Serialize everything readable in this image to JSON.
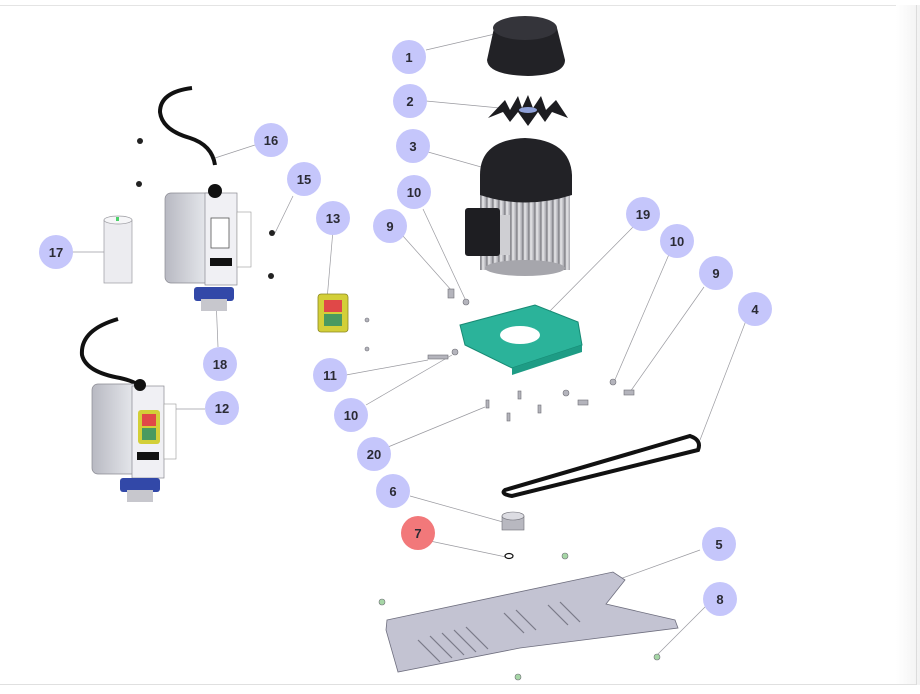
{
  "diagram": {
    "type": "exploded-parts-view",
    "callout_color": "#c5c6fb",
    "callout_active_color": "#f2787a",
    "callouts": [
      {
        "label": "1",
        "part": "fan-cover"
      },
      {
        "label": "2",
        "part": "fan"
      },
      {
        "label": "3",
        "part": "motor"
      },
      {
        "label": "4",
        "part": "drive-belt"
      },
      {
        "label": "5",
        "part": "base-tray"
      },
      {
        "label": "6",
        "part": "pulley"
      },
      {
        "label": "7",
        "part": "retaining-ring",
        "active": true
      },
      {
        "label": "8",
        "part": "screw"
      },
      {
        "label": "9",
        "part": "bolt"
      },
      {
        "label": "10",
        "part": "nut"
      },
      {
        "label": "9",
        "part": "bolt"
      },
      {
        "label": "10",
        "part": "nut"
      },
      {
        "label": "10",
        "part": "nut"
      },
      {
        "label": "11",
        "part": "long-bolt"
      },
      {
        "label": "12",
        "part": "switch-box-assembly"
      },
      {
        "label": "13",
        "part": "switch"
      },
      {
        "label": "15",
        "part": "screw"
      },
      {
        "label": "16",
        "part": "power-cable"
      },
      {
        "label": "17",
        "part": "capacitor"
      },
      {
        "label": "18",
        "part": "switch-box"
      },
      {
        "label": "19",
        "part": "motor-bracket"
      },
      {
        "label": "20",
        "part": "screws"
      }
    ]
  }
}
